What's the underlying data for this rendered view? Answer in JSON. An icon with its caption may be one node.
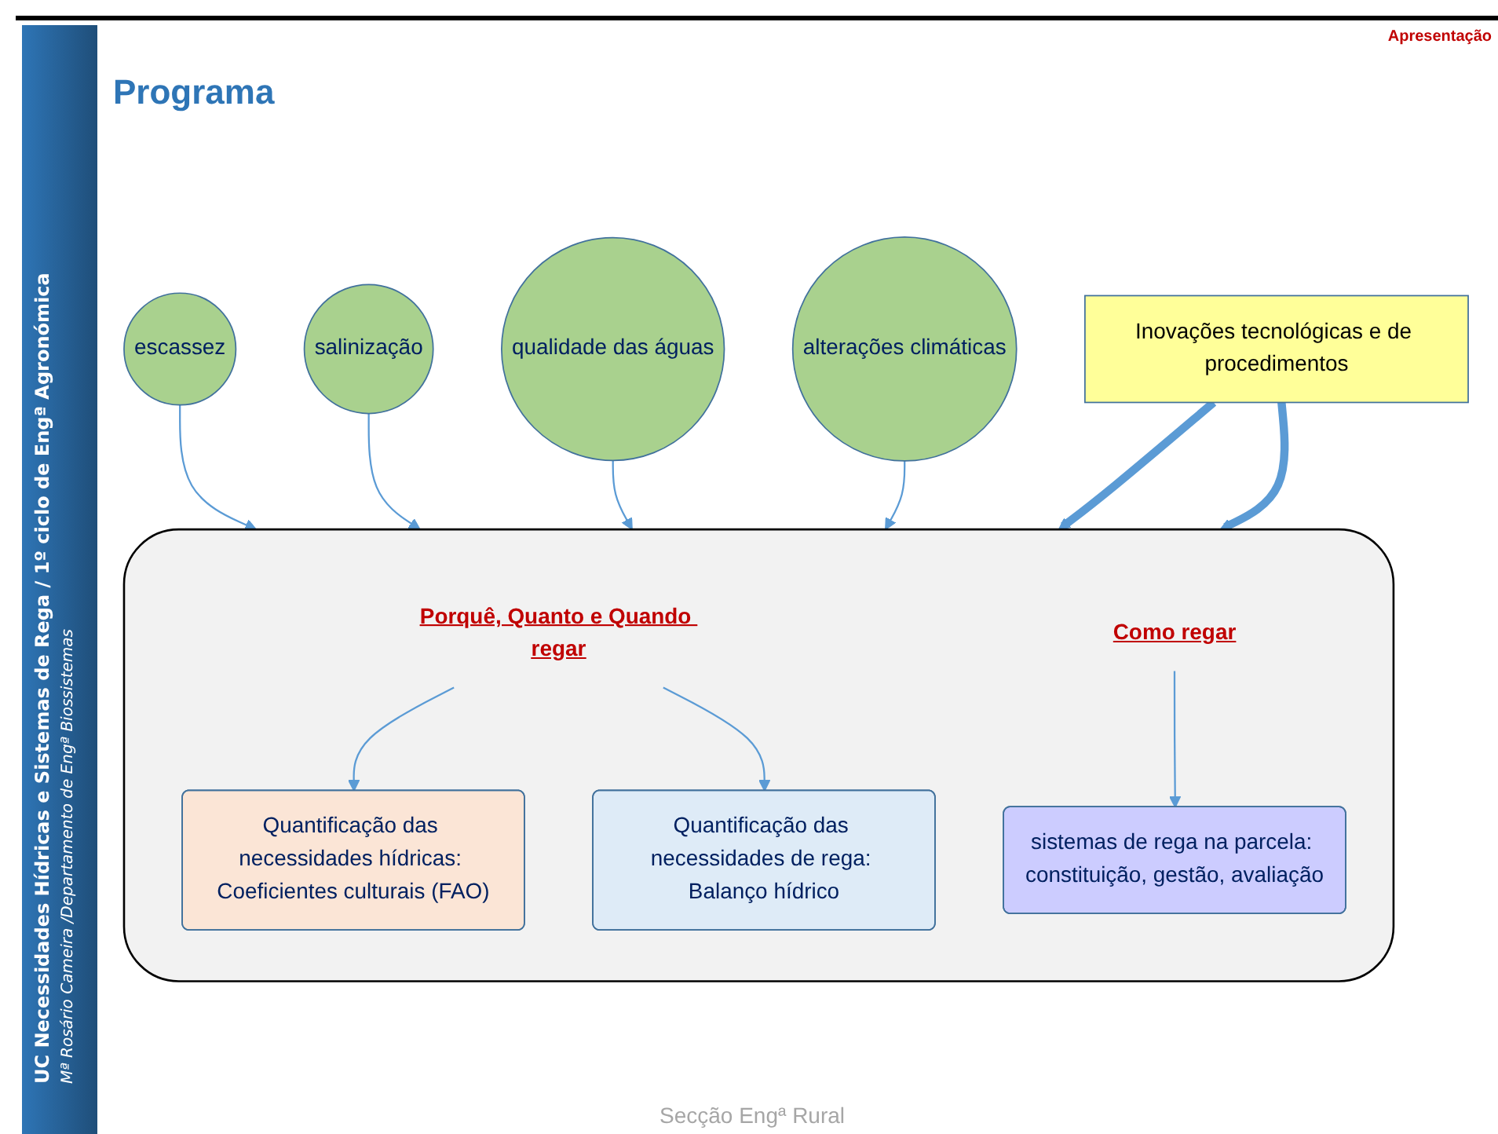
{
  "diagram": {
    "title": "Programa",
    "nodes": [
      {
        "text": [
          "escassez"
        ]
      },
      {
        "text": [
          "salinização"
        ]
      },
      {
        "text": [
          "qualidade das águas"
        ]
      },
      {
        "text": [
          "alterações climáticas"
        ]
      },
      {
        "text": [
          "Inovações tecnológicas e de procedimentos"
        ]
      },
      {
        "text": [],
        "shape": "box"
      },
      {
        "text": [
          "Porquê, Quanto e Quando regar"
        ],
        "in": 5
      },
      {
        "text": [
          "Quantificação das necessidades hídricas: Coeficientes culturais (FAO)"
        ],
        "in": 5
      },
      {
        "text": [
          "Quantificação das necessidades de rega: Balanço hídrico"
        ],
        "in": 5
      },
      {
        "text": [
          "Como regar"
        ],
        "in": 5
      },
      {
        "text": [
          "sistemas de rega na parcela: constituição, gestão, avaliação"
        ],
        "in": 5
      }
    ],
    "edges": [
      {
        "from": 0,
        "to": 5,
        "arrow": "to"
      },
      {
        "from": 1,
        "to": 5,
        "arrow": "to"
      },
      {
        "from": 2,
        "to": 5,
        "arrow": "to"
      },
      {
        "from": 3,
        "to": 5,
        "arrow": "to"
      },
      {
        "from": 4,
        "to": 5,
        "arrow": "to",
        "style": "thick"
      },
      {
        "from": 4,
        "to": 5,
        "arrow": "to",
        "style": "thick"
      },
      {
        "from": 6,
        "to": 7,
        "arrow": "to"
      },
      {
        "from": 6,
        "to": 8,
        "arrow": "to"
      },
      {
        "from": 9,
        "to": 10,
        "arrow": "to"
      }
    ],
    "labels": [
      "UC Necessidades Hídricas e Sistemas de Rega / 1º ciclo de Engª Agronómica",
      "Mª Rosário Cameira /Departamento de Engª Biossistemas",
      "Apresentação",
      "Secção Engª Rural"
    ]
  }
}
